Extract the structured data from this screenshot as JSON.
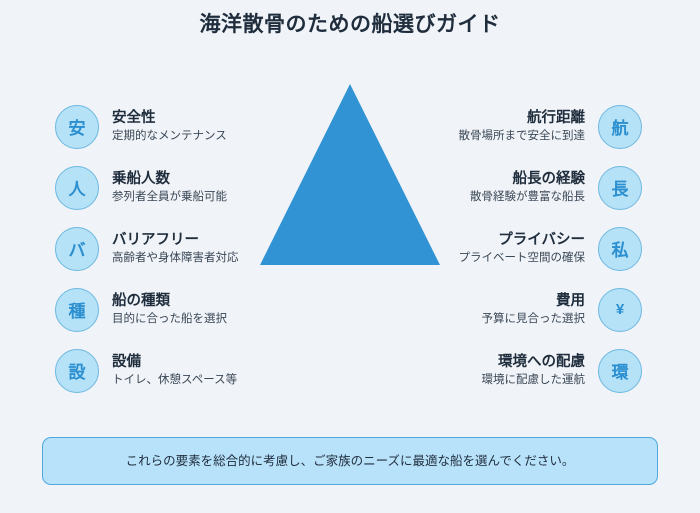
{
  "page": {
    "background_color": "#f0f3f7",
    "title": "海洋散骨のための船選びガイド",
    "title_color": "#1f2d3d"
  },
  "center_graphic": {
    "shape": "triangle",
    "name": "center-triangle",
    "fill_color": "#3193d3",
    "apex_label": "",
    "description": ""
  },
  "colors": {
    "badge_fill": "#b6e2f7",
    "badge_border": "#6cb8e0",
    "badge_text": "#2b8fd0",
    "accent": "#3193d3",
    "footer_fill": "#b8e2fa",
    "footer_border": "#4ea8dd",
    "label_text": "#1f2d3d",
    "desc_text": "#3a4756"
  },
  "left_column": {
    "items": [
      {
        "icon": "kanji-an-icon",
        "icon_glyph": "安",
        "label": "安全性",
        "desc": "定期的なメンテナンス"
      },
      {
        "icon": "kanji-nin-icon",
        "icon_glyph": "人",
        "label": "乗船人数",
        "desc": "参列者全員が乗船可能"
      },
      {
        "icon": "katakana-ba-icon",
        "icon_glyph": "バ",
        "label": "バリアフリー",
        "desc": "高齢者や身体障害者対応"
      },
      {
        "icon": "kanji-shu-icon",
        "icon_glyph": "種",
        "label": "船の種類",
        "desc": "目的に合った船を選択"
      },
      {
        "icon": "kanji-setsu-icon",
        "icon_glyph": "設",
        "label": "設備",
        "desc": "トイレ、休憩スペース等"
      }
    ]
  },
  "right_column": {
    "items": [
      {
        "icon": "kanji-kou-icon",
        "icon_glyph": "航",
        "label": "航行距離",
        "desc": "散骨場所まで安全に到達"
      },
      {
        "icon": "kanji-chou-icon",
        "icon_glyph": "長",
        "label": "船長の経験",
        "desc": "散骨経験が豊富な船長"
      },
      {
        "icon": "kanji-shi-icon",
        "icon_glyph": "私",
        "label": "プライバシー",
        "desc": "プライベート空間の確保"
      },
      {
        "icon": "yen-icon",
        "icon_glyph": "¥",
        "label": "費用",
        "desc": "予算に見合った選択"
      },
      {
        "icon": "kanji-kan-icon",
        "icon_glyph": "環",
        "label": "環境への配慮",
        "desc": "環境に配慮した運航"
      }
    ]
  },
  "footer": {
    "text": "これらの要素を総合的に考慮し、ご家族のニーズに最適な船を選んでください。"
  }
}
